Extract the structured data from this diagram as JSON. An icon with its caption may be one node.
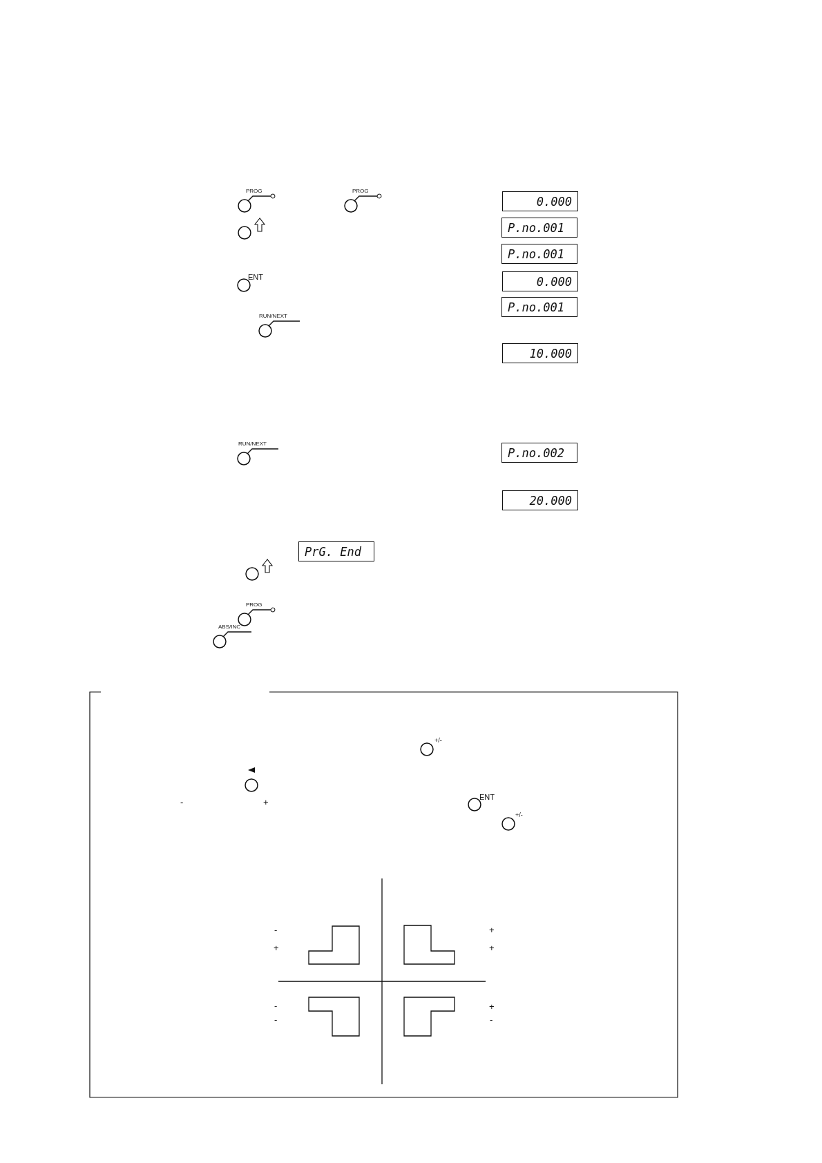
{
  "diagram": {
    "nodes": [
      {
        "text": [
          "0.000"
        ]
      },
      {
        "text": [
          "P.no.001"
        ]
      },
      {
        "text": [
          "P.no.001"
        ]
      },
      {
        "text": [
          "0.000"
        ]
      },
      {
        "text": [
          "P.no.001"
        ]
      },
      {
        "text": [
          "10.000"
        ]
      },
      {
        "text": [
          "P.no.002"
        ]
      },
      {
        "text": [
          "20.000"
        ]
      },
      {
        "text": [
          "PrG. End"
        ]
      }
    ],
    "labels": [
      "PROG",
      "PROG",
      "ENT",
      "RUN/NEXT",
      "RUN/NEXT",
      "PROG",
      "ABS/INC",
      "+/-",
      "-",
      "+",
      "ENT",
      "+/-",
      "-",
      "+",
      "+",
      "+",
      "-",
      "-",
      "+",
      "-"
    ]
  }
}
